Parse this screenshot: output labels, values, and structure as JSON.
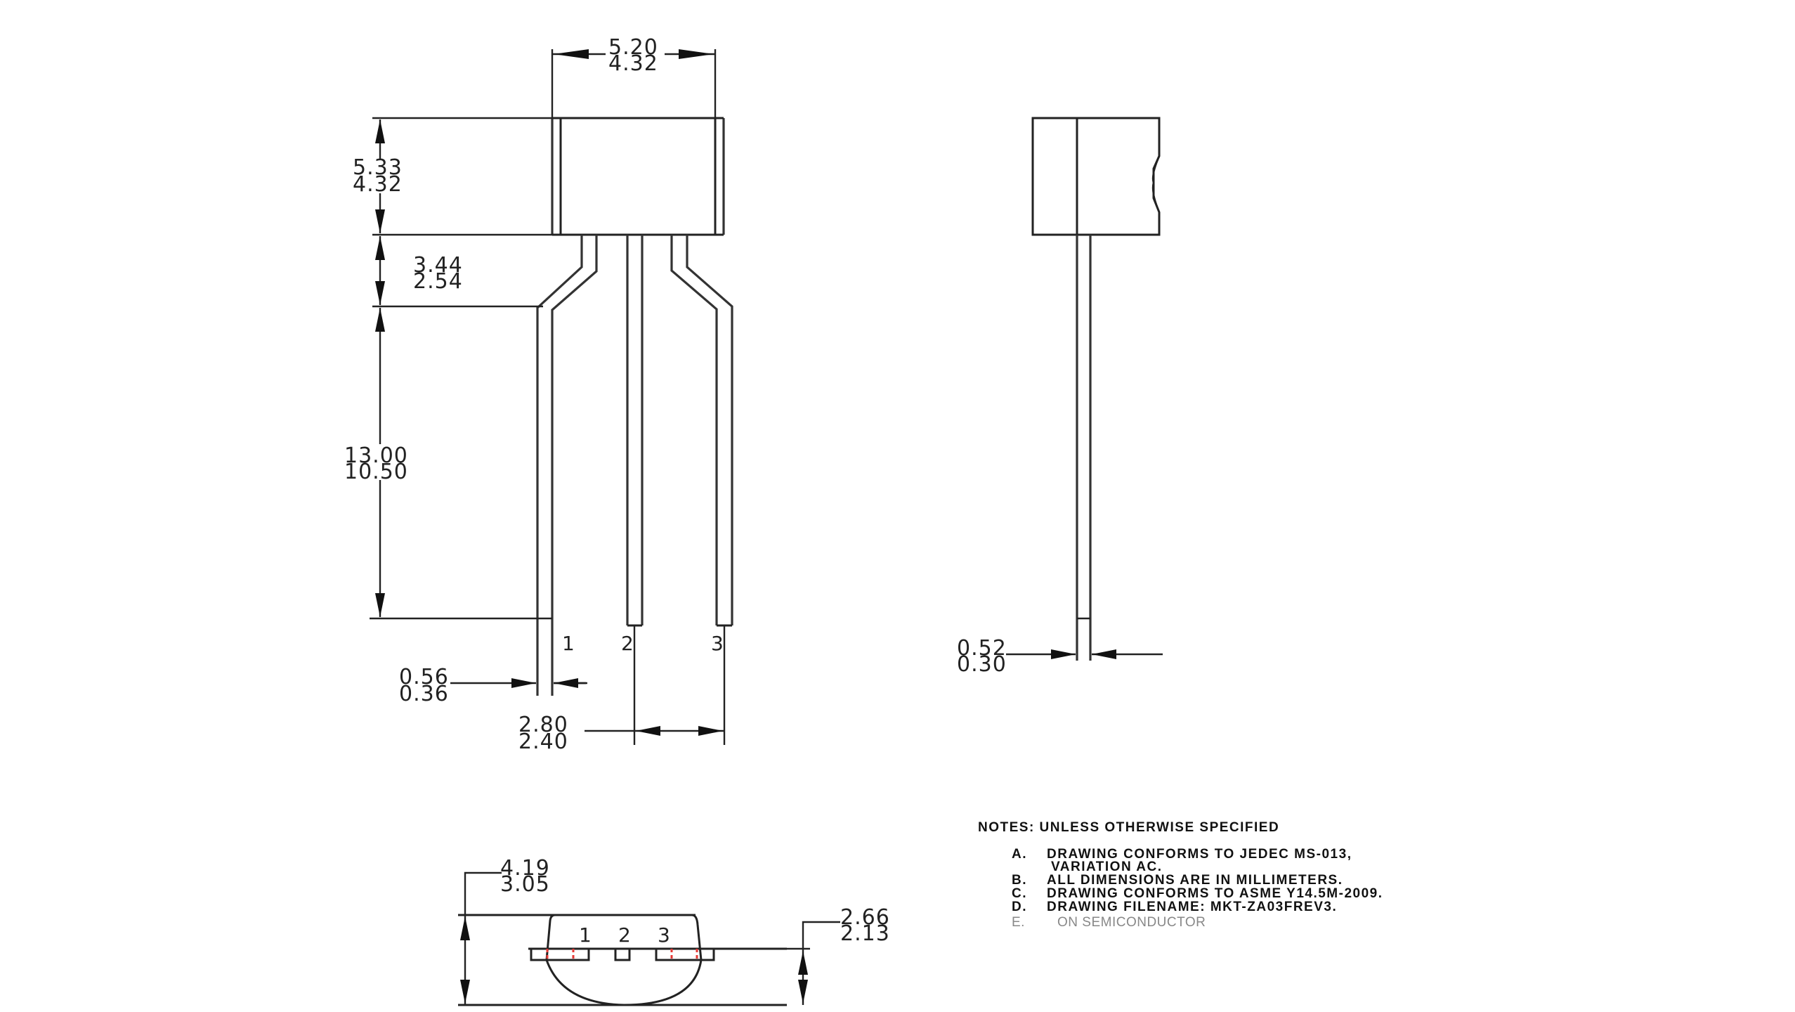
{
  "drawing": {
    "top_view": {
      "body_width": {
        "max": "5.20",
        "min": "4.32"
      },
      "body_height": {
        "max": "5.33",
        "min": "4.32"
      },
      "lead_bend_height": {
        "max": "3.44",
        "min": "2.54"
      },
      "lead_length": {
        "max": "13.00",
        "min": "10.50"
      },
      "lead_width": {
        "max": "0.56",
        "min": "0.36"
      },
      "lead_pitch": {
        "max": "2.80",
        "min": "2.40"
      },
      "pins": [
        "1",
        "2",
        "3"
      ]
    },
    "side_view": {
      "lead_thickness": {
        "max": "0.52",
        "min": "0.30"
      }
    },
    "bottom_view": {
      "overall_depth": {
        "max": "4.19",
        "min": "3.05"
      },
      "lead_offset": {
        "max": "2.66",
        "min": "2.13"
      },
      "pins": [
        "1",
        "2",
        "3"
      ]
    },
    "notes": {
      "header": "NOTES:  UNLESS  OTHERWISE  SPECIFIED",
      "items": [
        {
          "letter": "A.",
          "text": "DRAWING  CONFORMS  TO  JEDEC  MS-013,",
          "cont": "VARIATION  AC."
        },
        {
          "letter": "B.",
          "text": "ALL  DIMENSIONS  ARE  IN  MILLIMETERS."
        },
        {
          "letter": "C.",
          "text": "DRAWING  CONFORMS  TO  ASME  Y14.5M-2009."
        },
        {
          "letter": "D.",
          "text": "DRAWING  FILENAME:  MKT-ZA03FREV3."
        },
        {
          "letter": "E.",
          "text": "ON SEMICONDUCTOR"
        }
      ]
    }
  },
  "colors": {
    "line": "#222222",
    "highlight": "#e53935",
    "muted_note": "#888888"
  }
}
